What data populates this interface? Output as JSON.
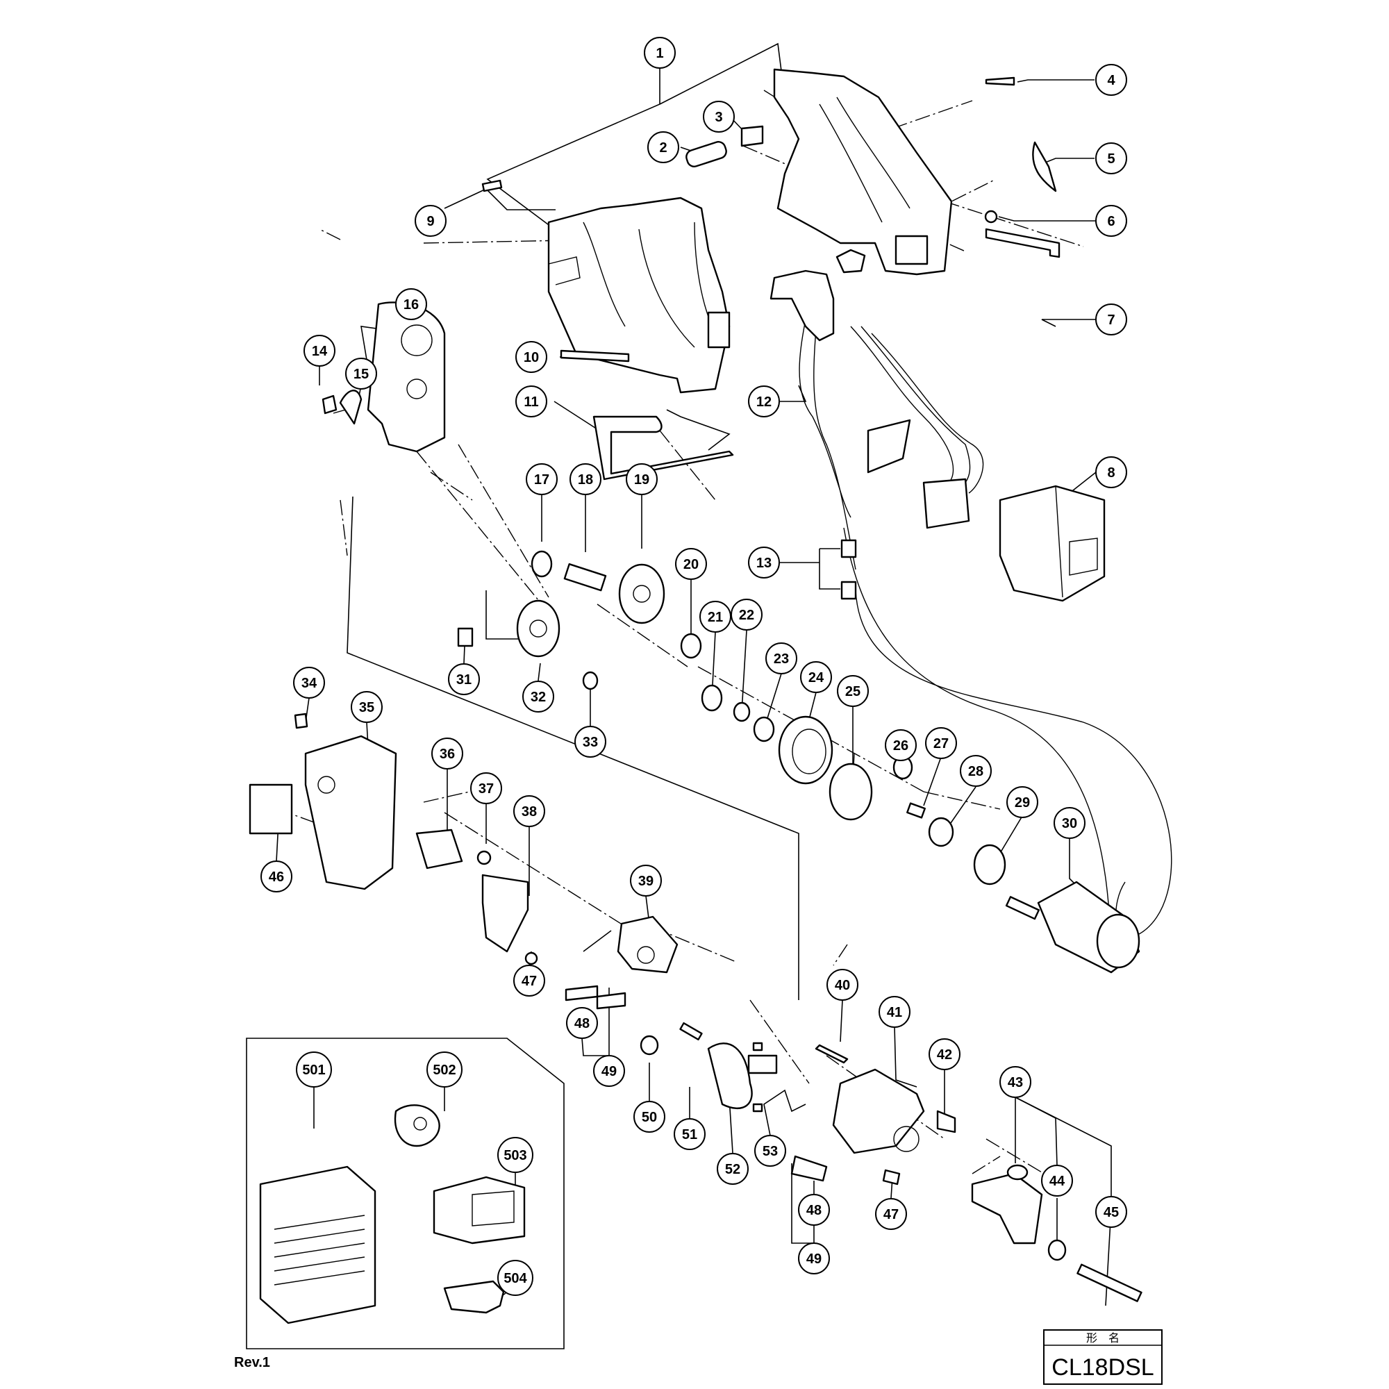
{
  "revision": "Rev.1",
  "model_box": {
    "caption": "形　名",
    "model": "CL18DSL"
  },
  "callouts": [
    {
      "id": "c1",
      "label": "1"
    },
    {
      "id": "c2",
      "label": "2"
    },
    {
      "id": "c3",
      "label": "3"
    },
    {
      "id": "c4",
      "label": "4"
    },
    {
      "id": "c5",
      "label": "5"
    },
    {
      "id": "c6",
      "label": "6"
    },
    {
      "id": "c7",
      "label": "7"
    },
    {
      "id": "c8",
      "label": "8"
    },
    {
      "id": "c9",
      "label": "9"
    },
    {
      "id": "c10",
      "label": "10"
    },
    {
      "id": "c11",
      "label": "11"
    },
    {
      "id": "c12",
      "label": "12"
    },
    {
      "id": "c13",
      "label": "13"
    },
    {
      "id": "c14",
      "label": "14"
    },
    {
      "id": "c15",
      "label": "15"
    },
    {
      "id": "c16",
      "label": "16"
    },
    {
      "id": "c17",
      "label": "17"
    },
    {
      "id": "c18",
      "label": "18"
    },
    {
      "id": "c19",
      "label": "19"
    },
    {
      "id": "c20",
      "label": "20"
    },
    {
      "id": "c21",
      "label": "21"
    },
    {
      "id": "c22",
      "label": "22"
    },
    {
      "id": "c23",
      "label": "23"
    },
    {
      "id": "c24",
      "label": "24"
    },
    {
      "id": "c25",
      "label": "25"
    },
    {
      "id": "c26",
      "label": "26"
    },
    {
      "id": "c27",
      "label": "27"
    },
    {
      "id": "c28",
      "label": "28"
    },
    {
      "id": "c29",
      "label": "29"
    },
    {
      "id": "c30",
      "label": "30"
    },
    {
      "id": "c31",
      "label": "31"
    },
    {
      "id": "c32",
      "label": "32"
    },
    {
      "id": "c33",
      "label": "33"
    },
    {
      "id": "c34",
      "label": "34"
    },
    {
      "id": "c35",
      "label": "35"
    },
    {
      "id": "c36",
      "label": "36"
    },
    {
      "id": "c37",
      "label": "37"
    },
    {
      "id": "c38",
      "label": "38"
    },
    {
      "id": "c39",
      "label": "39"
    },
    {
      "id": "c40",
      "label": "40"
    },
    {
      "id": "c41",
      "label": "41"
    },
    {
      "id": "c42",
      "label": "42"
    },
    {
      "id": "c43",
      "label": "43"
    },
    {
      "id": "c44",
      "label": "44"
    },
    {
      "id": "c45",
      "label": "45"
    },
    {
      "id": "c46",
      "label": "46"
    },
    {
      "id": "c47a",
      "label": "47"
    },
    {
      "id": "c47b",
      "label": "47"
    },
    {
      "id": "c48a",
      "label": "48"
    },
    {
      "id": "c48b",
      "label": "48"
    },
    {
      "id": "c49a",
      "label": "49"
    },
    {
      "id": "c49b",
      "label": "49"
    },
    {
      "id": "c50",
      "label": "50"
    },
    {
      "id": "c51",
      "label": "51"
    },
    {
      "id": "c52",
      "label": "52"
    },
    {
      "id": "c53",
      "label": "53"
    },
    {
      "id": "c501",
      "label": "501"
    },
    {
      "id": "c502",
      "label": "502"
    },
    {
      "id": "c503",
      "label": "503"
    },
    {
      "id": "c504",
      "label": "504"
    }
  ]
}
